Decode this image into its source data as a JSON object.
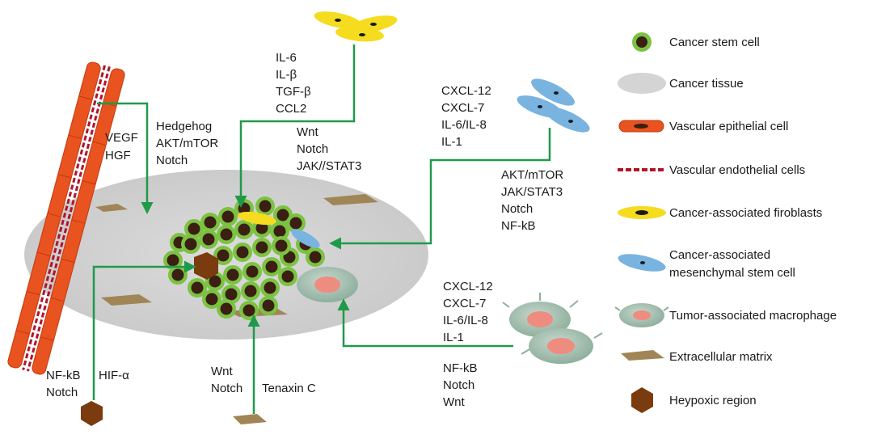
{
  "labels": {
    "vessel": [
      "VEGF",
      "HGF"
    ],
    "vessel_pathways": [
      "Hedgehog",
      "AKT/mTOR",
      "Notch"
    ],
    "caf_factors": [
      "IL-6",
      "IL-β",
      "TGF-β",
      "CCL2"
    ],
    "caf_pathways": [
      "Wnt",
      "Notch",
      "JAK//STAT3"
    ],
    "msc_factors": [
      "CXCL-12",
      "CXCL-7",
      "IL-6/IL-8",
      "IL-1"
    ],
    "msc_pathways": [
      "AKT/mTOR",
      "JAK/STAT3",
      "Notch",
      "NF-kB"
    ],
    "tam_factors": [
      "CXCL-12",
      "CXCL-7",
      "IL-6/IL-8",
      "IL-1"
    ],
    "tam_pathways": [
      "NF-kB",
      "Notch",
      "Wnt"
    ],
    "hypoxia_pathways": [
      "NF-kB",
      "Notch"
    ],
    "hypoxia_factor": "HIF-α",
    "ecm_pathways": [
      "Wnt",
      "Notch"
    ],
    "ecm_factor": "Tenaxin C"
  },
  "legend": [
    {
      "icon": "cancer-stem-cell-icon",
      "label": "Cancer stem cell"
    },
    {
      "icon": "cancer-tissue-icon",
      "label": "Cancer tissue"
    },
    {
      "icon": "vascular-epithelial-cell-icon",
      "label": "Vascular epithelial cell"
    },
    {
      "icon": "vascular-endothelial-cells-icon",
      "label": "Vascular endothelial cells"
    },
    {
      "icon": "cancer-associated-fibroblast-icon",
      "label": "Cancer-associated firoblasts"
    },
    {
      "icon": "cancer-associated-msc-icon",
      "label": "Cancer-associated mesenchymal stem cell"
    },
    {
      "icon": "tumor-associated-macrophage-icon",
      "label": "Tumor-associated macrophage"
    },
    {
      "icon": "extracellular-matrix-icon",
      "label": "Extracellular matrix"
    },
    {
      "icon": "hypoxic-region-icon",
      "label": "Heypoxic region"
    }
  ],
  "colors": {
    "arrow": "#1f9a4a",
    "stem_cell_ring": "#7cc242",
    "stem_cell_core": "#3a1f12",
    "tissue": "#d4d4d4",
    "epithelial": "#e8531f",
    "endothelial": "#b3132a",
    "fibroblast": "#f5dc1e",
    "msc": "#79b3e0",
    "macrophage": "#a6bfb2",
    "macrophage_nucleus": "#ef8c80",
    "ecm": "#a08556",
    "hypoxic": "#7a3b0e"
  }
}
